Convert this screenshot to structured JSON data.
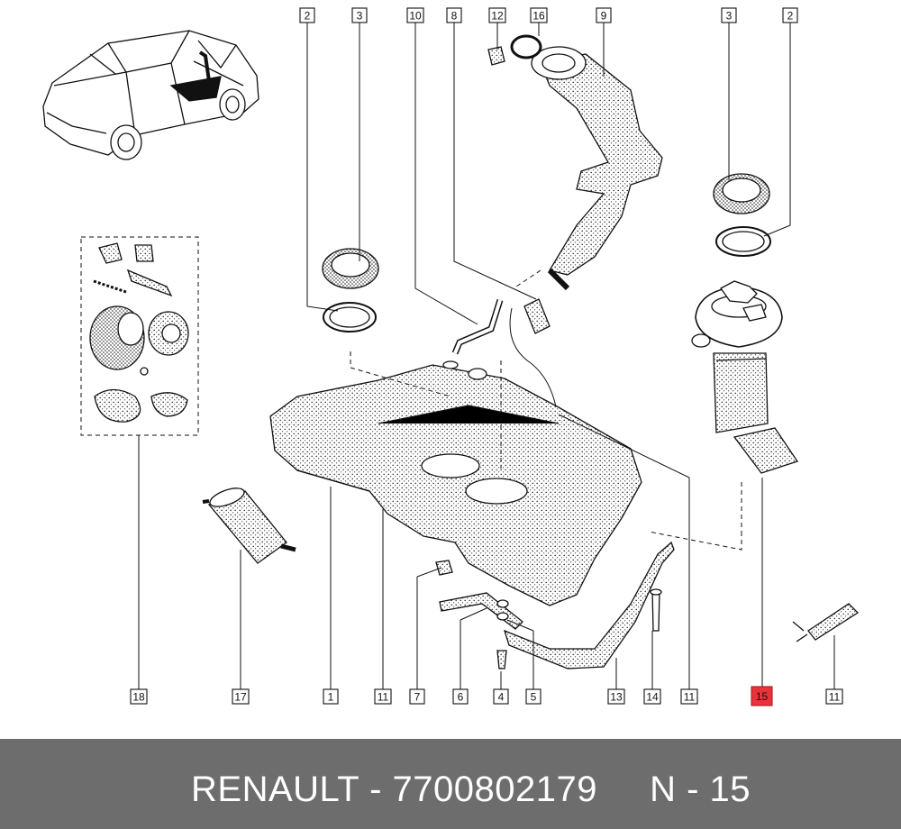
{
  "diagram": {
    "callouts": [
      {
        "id": "c-2-left",
        "label": "2"
      },
      {
        "id": "c-3-left",
        "label": "3"
      },
      {
        "id": "c-10",
        "label": "10"
      },
      {
        "id": "c-8",
        "label": "8"
      },
      {
        "id": "c-12",
        "label": "12"
      },
      {
        "id": "c-16",
        "label": "16"
      },
      {
        "id": "c-9",
        "label": "9"
      },
      {
        "id": "c-3-right",
        "label": "3"
      },
      {
        "id": "c-2-right",
        "label": "2"
      },
      {
        "id": "c-18",
        "label": "18"
      },
      {
        "id": "c-17",
        "label": "17"
      },
      {
        "id": "c-1",
        "label": "1"
      },
      {
        "id": "c-11-a",
        "label": "11"
      },
      {
        "id": "c-7",
        "label": "7"
      },
      {
        "id": "c-6",
        "label": "6"
      },
      {
        "id": "c-4",
        "label": "4"
      },
      {
        "id": "c-5",
        "label": "5"
      },
      {
        "id": "c-13",
        "label": "13"
      },
      {
        "id": "c-14",
        "label": "14"
      },
      {
        "id": "c-11-b",
        "label": "11"
      },
      {
        "id": "c-15",
        "label": "15",
        "highlighted": true
      },
      {
        "id": "c-11-c",
        "label": "11"
      }
    ],
    "highlight_color": "#e8333a"
  },
  "footer": {
    "brand": "RENAULT",
    "separator": " - ",
    "part_number": "7700802179",
    "ref": "N - 15",
    "text": "RENAULT - 7700802179     N - 15",
    "background": "#6d6d6d"
  }
}
